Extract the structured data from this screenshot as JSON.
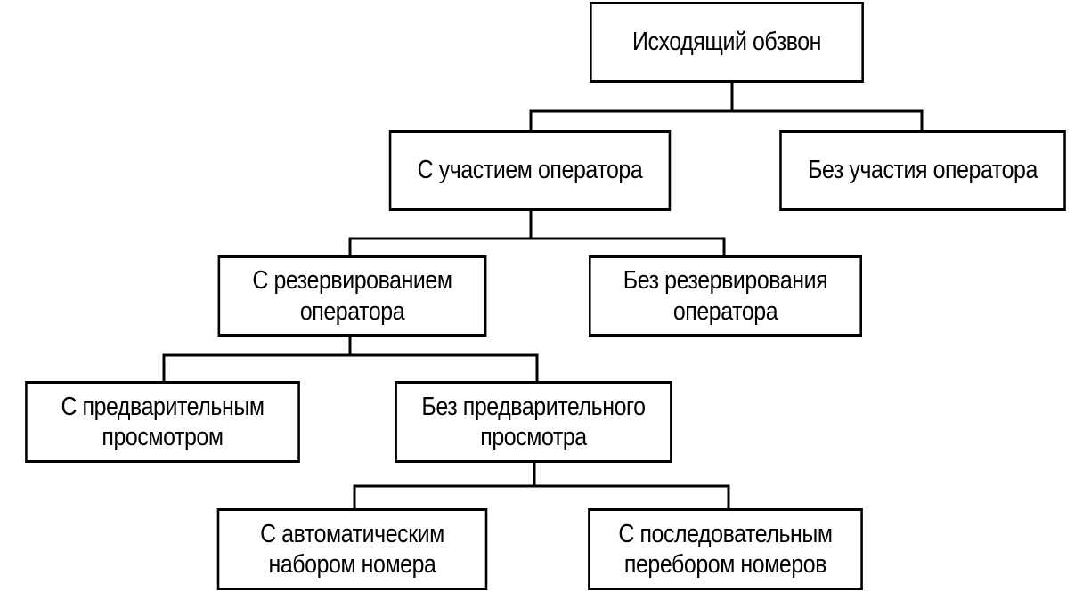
{
  "nodes": {
    "root": {
      "line1": "Исходящий обзвон"
    },
    "with_operator": {
      "line1": "С участием оператора"
    },
    "without_operator": {
      "line1": "Без участия оператора"
    },
    "with_reservation": {
      "line1": "С резервированием",
      "line2": "оператора"
    },
    "without_reservation": {
      "line1": "Без резервирования",
      "line2": "оператора"
    },
    "with_preview": {
      "line1": "С предварительным",
      "line2": "просмотром"
    },
    "without_preview": {
      "line1": "Без предварительного",
      "line2": "просмотра"
    },
    "auto_dial": {
      "line1": "С автоматическим",
      "line2": "набором номера"
    },
    "sequential_dial": {
      "line1": "С последовательным",
      "line2": "перебором номеров"
    }
  },
  "colors": {
    "line": "#000000",
    "box_fill": "#ffffff",
    "text": "#000000"
  }
}
